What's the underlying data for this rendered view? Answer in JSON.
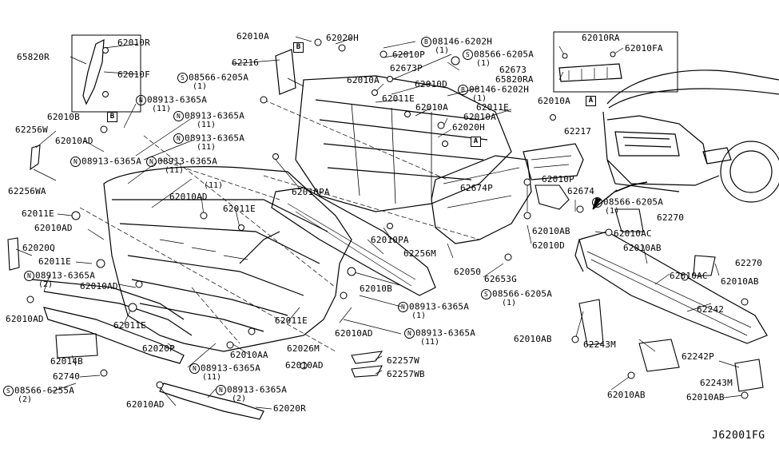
{
  "diagram": {
    "reference_code": "J62001FG",
    "boxes": {
      "B": "B",
      "A": "A"
    },
    "labels": [
      {
        "id": "l1",
        "text": "62010A"
      },
      {
        "id": "l2",
        "text": "62020H"
      },
      {
        "id": "l3",
        "text": "62010R"
      },
      {
        "id": "l4",
        "text": "65820R"
      },
      {
        "id": "l5",
        "text": "62010F"
      },
      {
        "id": "l6",
        "text": "62216"
      },
      {
        "id": "l7",
        "text": "08566-6205A",
        "prefix": "S"
      },
      {
        "id": "l8",
        "text": "08146-6202H",
        "prefix": "B"
      },
      {
        "id": "l9",
        "text": "62010P"
      },
      {
        "id": "l10",
        "text": "08566-6205A",
        "prefix": "S"
      },
      {
        "id": "l11",
        "text": "62673P"
      },
      {
        "id": "l12",
        "text": "62673"
      },
      {
        "id": "l13",
        "text": "62010A"
      },
      {
        "id": "l14",
        "text": "62010D"
      },
      {
        "id": "l15",
        "text": "08146-6202H",
        "prefix": "B"
      },
      {
        "id": "l16",
        "text": "62011E"
      },
      {
        "id": "l17",
        "text": "62010RA"
      },
      {
        "id": "l18",
        "text": "62010FA"
      },
      {
        "id": "l19",
        "text": "65820RA"
      },
      {
        "id": "l20",
        "text": "08913-6365A",
        "prefix": "N"
      },
      {
        "id": "l21",
        "text": "62010B"
      },
      {
        "id": "l22",
        "text": "08913-6365A",
        "prefix": "N"
      },
      {
        "id": "l23",
        "text": "62010A"
      },
      {
        "id": "l24",
        "text": "62011E"
      },
      {
        "id": "l25",
        "text": "62010A"
      },
      {
        "id": "l26",
        "text": "62020H"
      },
      {
        "id": "l27",
        "text": "62010A"
      },
      {
        "id": "l28",
        "text": "62256W"
      },
      {
        "id": "l29",
        "text": "62010AD"
      },
      {
        "id": "l30",
        "text": "08913-6365A",
        "prefix": "N"
      },
      {
        "id": "l31",
        "text": "62217"
      },
      {
        "id": "l32",
        "text": "08913-6365A",
        "prefix": "N"
      },
      {
        "id": "l33",
        "text": "08913-6365A",
        "prefix": "N"
      },
      {
        "id": "l34",
        "text": "62010PA"
      },
      {
        "id": "l35",
        "text": "62674P"
      },
      {
        "id": "l36",
        "text": "62010P"
      },
      {
        "id": "l37",
        "text": "62674"
      },
      {
        "id": "l38",
        "text": "62256WA"
      },
      {
        "id": "l39",
        "text": "62010AD"
      },
      {
        "id": "l40",
        "text": "08566-6205A",
        "prefix": "S"
      },
      {
        "id": "l41",
        "text": "62011E"
      },
      {
        "id": "l42",
        "text": "62011E"
      },
      {
        "id": "l43",
        "text": "62270"
      },
      {
        "id": "l44",
        "text": "62010AD"
      },
      {
        "id": "l45",
        "text": "62010AB"
      },
      {
        "id": "l46",
        "text": "62010AC"
      },
      {
        "id": "l47",
        "text": "62020Q"
      },
      {
        "id": "l48",
        "text": "62010PA"
      },
      {
        "id": "l49",
        "text": "62010D"
      },
      {
        "id": "l50",
        "text": "62010AB"
      },
      {
        "id": "l51",
        "text": "62011E"
      },
      {
        "id": "l52",
        "text": "62256M"
      },
      {
        "id": "l53",
        "text": "62270"
      },
      {
        "id": "l54",
        "text": "08913-6365A",
        "prefix": "N"
      },
      {
        "id": "l55",
        "text": "62050"
      },
      {
        "id": "l56",
        "text": "62010AD"
      },
      {
        "id": "l57",
        "text": "62653G"
      },
      {
        "id": "l58",
        "text": "62010AC"
      },
      {
        "id": "l59",
        "text": "62010AB"
      },
      {
        "id": "l60",
        "text": "62010B"
      },
      {
        "id": "l61",
        "text": "08566-6205A",
        "prefix": "S"
      },
      {
        "id": "l62",
        "text": "62010AD"
      },
      {
        "id": "l63",
        "text": "08913-6365A",
        "prefix": "N"
      },
      {
        "id": "l64",
        "text": "62242"
      },
      {
        "id": "l65",
        "text": "62011E"
      },
      {
        "id": "l66",
        "text": "62011E"
      },
      {
        "id": "l67",
        "text": "62010AD"
      },
      {
        "id": "l68",
        "text": "62010AB"
      },
      {
        "id": "l69",
        "text": "08913-6365A",
        "prefix": "N"
      },
      {
        "id": "l70",
        "text": "62243M"
      },
      {
        "id": "l71",
        "text": "62014B"
      },
      {
        "id": "l72",
        "text": "62020P"
      },
      {
        "id": "l73",
        "text": "62026M"
      },
      {
        "id": "l74",
        "text": "62010AA"
      },
      {
        "id": "l75",
        "text": "62242P"
      },
      {
        "id": "l76",
        "text": "62257W"
      },
      {
        "id": "l77",
        "text": "62740"
      },
      {
        "id": "l78",
        "text": "08913-6365A",
        "prefix": "N"
      },
      {
        "id": "l79",
        "text": "62010AD"
      },
      {
        "id": "l80",
        "text": "62257WB"
      },
      {
        "id": "l81",
        "text": "08566-6255A",
        "prefix": "S"
      },
      {
        "id": "l82",
        "text": "62243M"
      },
      {
        "id": "l83",
        "text": "62010AB"
      },
      {
        "id": "l84",
        "text": "08913-6365A",
        "prefix": "N"
      },
      {
        "id": "l85",
        "text": "62010AB"
      },
      {
        "id": "l86",
        "text": "62010AD"
      },
      {
        "id": "l87",
        "text": "62020R"
      }
    ],
    "quantities": [
      {
        "id": "q1",
        "text": "(1)"
      },
      {
        "id": "q2",
        "text": "(1)"
      },
      {
        "id": "q3",
        "text": "(1)"
      },
      {
        "id": "q4",
        "text": "(11)"
      },
      {
        "id": "q5",
        "text": "(1)"
      },
      {
        "id": "q6",
        "text": "(11)"
      },
      {
        "id": "q7",
        "text": "(11)"
      },
      {
        "id": "q8",
        "text": "(11)"
      },
      {
        "id": "q9",
        "text": "(11)"
      },
      {
        "id": "q10",
        "text": "(1)"
      },
      {
        "id": "q11",
        "text": "(2)"
      },
      {
        "id": "q12",
        "text": "(1)"
      },
      {
        "id": "q13",
        "text": "(1)"
      },
      {
        "id": "q14",
        "text": "(11)"
      },
      {
        "id": "q15",
        "text": "(11)"
      },
      {
        "id": "q16",
        "text": "(2)"
      },
      {
        "id": "q17",
        "text": "(2)"
      }
    ]
  }
}
